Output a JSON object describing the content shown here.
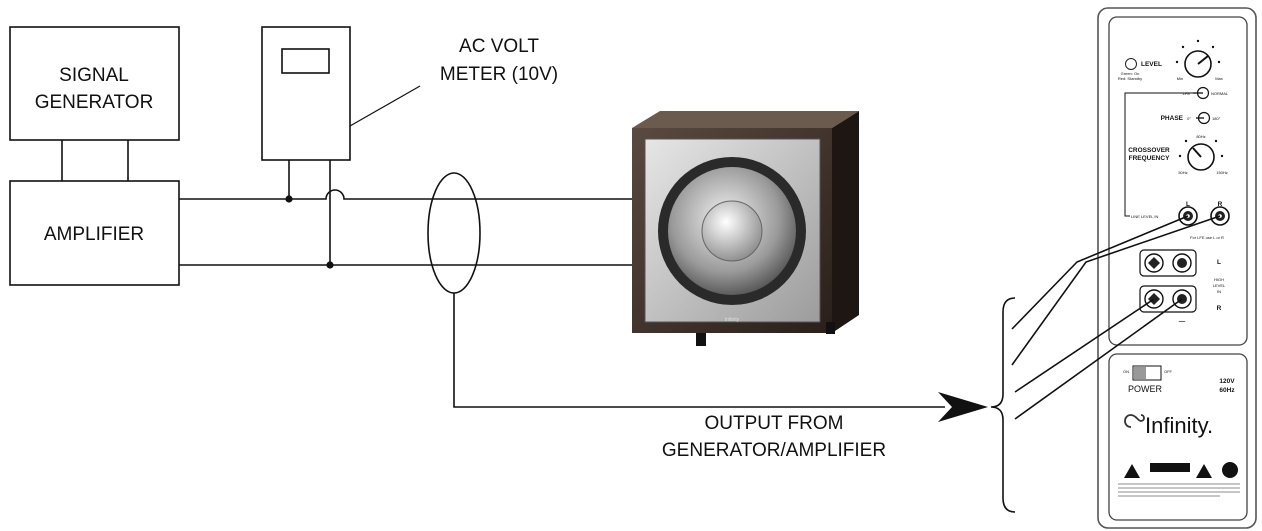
{
  "diagram": {
    "signal_generator": [
      "SIGNAL",
      "GENERATOR"
    ],
    "amplifier": "AMPLIFIER",
    "volt_meter": [
      "AC VOLT",
      "METER (10V)"
    ],
    "output": [
      "OUTPUT FROM",
      "GENERATOR/AMPLIFIER"
    ],
    "subwoofer_badge": "Infinity"
  },
  "panel": {
    "level": "LEVEL",
    "level_note": [
      "Green: On",
      "Red: Standby"
    ],
    "level_min": "Min",
    "level_max": "Max",
    "lfe": "LFE",
    "normal": "NORMAL",
    "phase": "PHASE",
    "phase_0": "0°",
    "phase_180": "180°",
    "crossover": [
      "CROSSOVER",
      "FREQUENCY"
    ],
    "xover_mid": "80Hz",
    "xover_low": "50Hz",
    "xover_high": "150Hz",
    "line_level_in": "LINE LEVEL IN",
    "rca_l": "L",
    "rca_r": "R",
    "lfe_note": "For LFE use L or R",
    "high_l": "L",
    "high_r": "R",
    "high_level_in": [
      "HIGH",
      "LEVEL",
      "IN"
    ],
    "minus": "—",
    "on": "ON",
    "off": "OFF",
    "power": "POWER",
    "voltage": [
      "120V",
      "60Hz"
    ],
    "brand": "Infinity.",
    "caution": "CAUTION"
  }
}
